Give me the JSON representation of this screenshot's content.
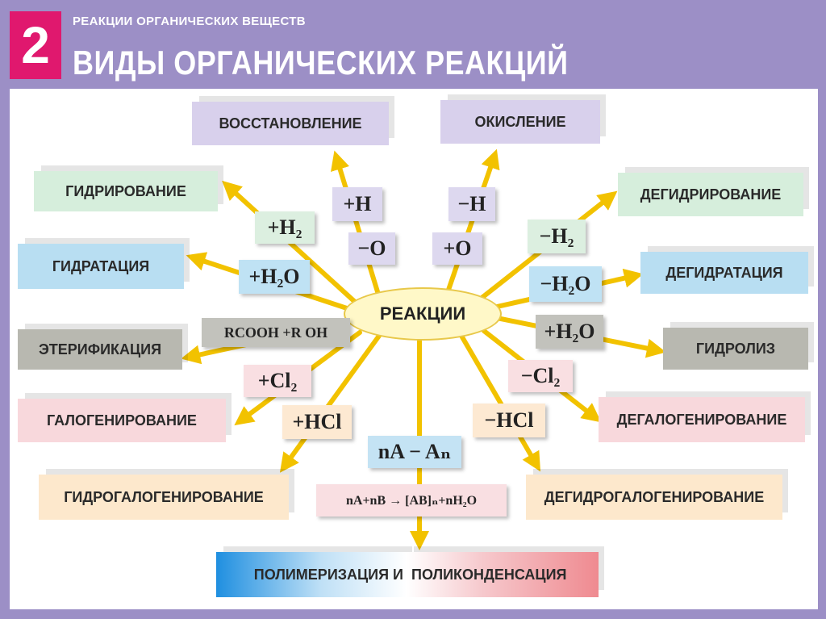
{
  "header": {
    "number": "2",
    "subtitle": "РЕАКЦИИ ОРГАНИЧЕСКИХ ВЕЩЕСТВ",
    "title": "ВИДЫ ОРГАНИЧЕСКИХ РЕАКЦИЙ"
  },
  "center": "РЕАКЦИИ",
  "reactions": {
    "reduction": "ВОССТАНОВЛЕНИЕ",
    "oxidation": "ОКИСЛЕНИЕ",
    "hydrogenation": "ГИДРИРОВАНИЕ",
    "dehydrogenation": "ДЕГИДРИРОВАНИЕ",
    "hydration": "ГИДРАТАЦИЯ",
    "dehydration": "ДЕГИДРАТАЦИЯ",
    "esterification": "ЭТЕРИФИКАЦИЯ",
    "hydrolysis": "ГИДРОЛИЗ",
    "halogenation": "ГАЛОГЕНИРОВАНИЕ",
    "dehalogenation": "ДЕГАЛОГЕНИРОВАНИЕ",
    "hydrohalogenation": "ГИДРОГАЛОГЕНИРОВАНИЕ",
    "dehydrohalogenation": "ДЕГИДРОГАЛОГЕНИРОВАНИЕ",
    "polymerization": "ПОЛИМЕРИЗАЦИЯ И",
    "polycondensation": "ПОЛИКОНДЕНСАЦИЯ"
  },
  "formulas": {
    "plus_h": "+H",
    "minus_o": "−O",
    "minus_h": "−H",
    "plus_o": "+O",
    "plus_h2": "+H₂",
    "minus_h2": "−H₂",
    "plus_h2o_left": "+H₂O",
    "minus_h2o": "−H₂O",
    "plus_h2o_right": "+H₂O",
    "rcooh": "RCOOH +R OH",
    "plus_cl2": "+Cl₂",
    "minus_cl2": "−Cl₂",
    "plus_hcl": "+HCl",
    "minus_hcl": "−HCl",
    "polymer": "nA − Aₙ",
    "polycond": "nA+nB → [AB]ₙ+nH₂O"
  },
  "colors": {
    "header_bg": "#9c8fc6",
    "badge": "#e0186e",
    "arrow": "#f2c200",
    "lavender": "#d8d0ec",
    "green": "#d6eedc",
    "blue": "#b8def2",
    "grey": "#b8b8b0",
    "pink": "#f8d8dc",
    "peach": "#fde8cc"
  }
}
